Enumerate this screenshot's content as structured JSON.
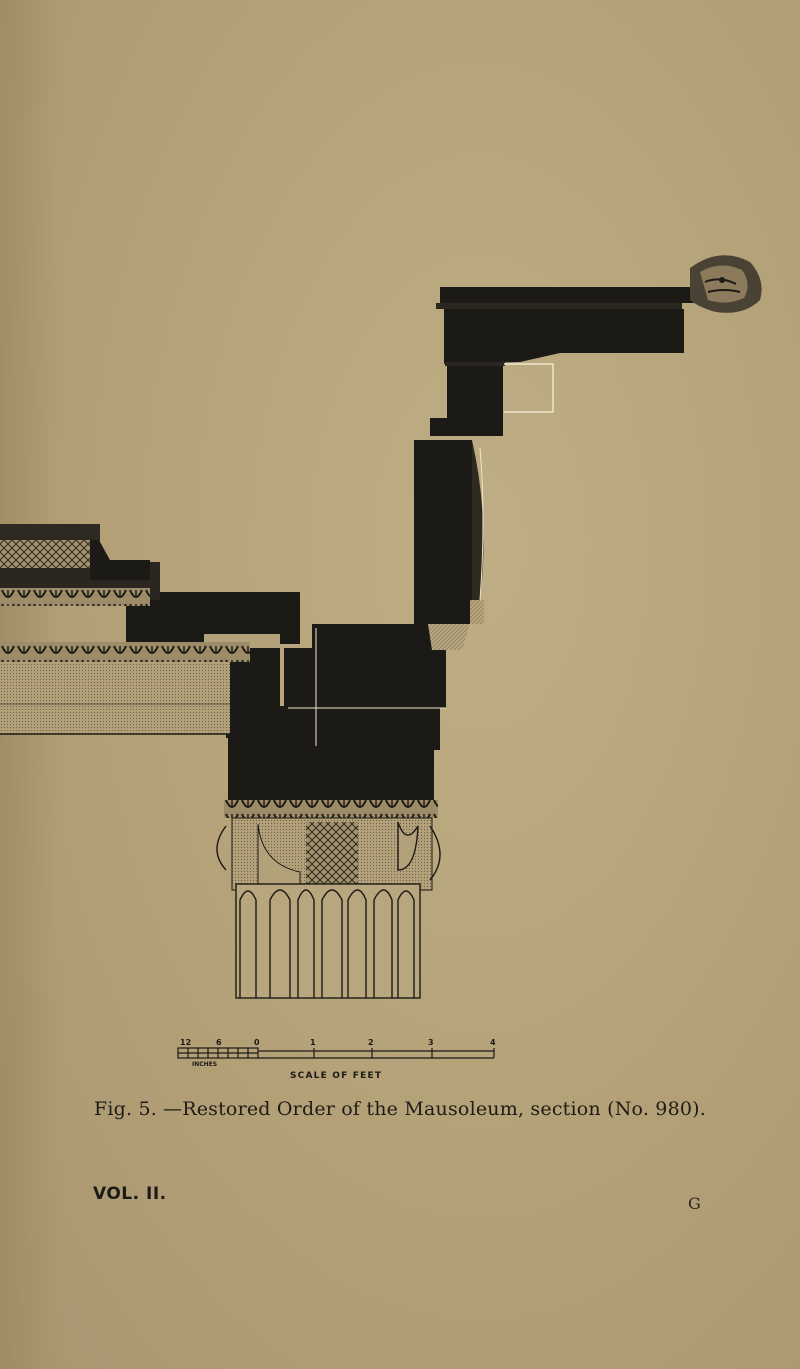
{
  "figure": {
    "caption_label": "Fig. 5.",
    "caption_text": "—Restored Order of the Mausoleum, section (No. 980)."
  },
  "scale_bar": {
    "title": "SCALE OF FEET",
    "sub_label": "INCHES",
    "inch_ticks": [
      "12",
      "6",
      "0"
    ],
    "foot_ticks": [
      "1",
      "2",
      "3",
      "4"
    ]
  },
  "footer": {
    "volume": "VOL. II.",
    "signature": "G"
  },
  "colors": {
    "paper": "#b4a27a",
    "ink": "#1c1a16",
    "hatch": "#9c8c68"
  }
}
